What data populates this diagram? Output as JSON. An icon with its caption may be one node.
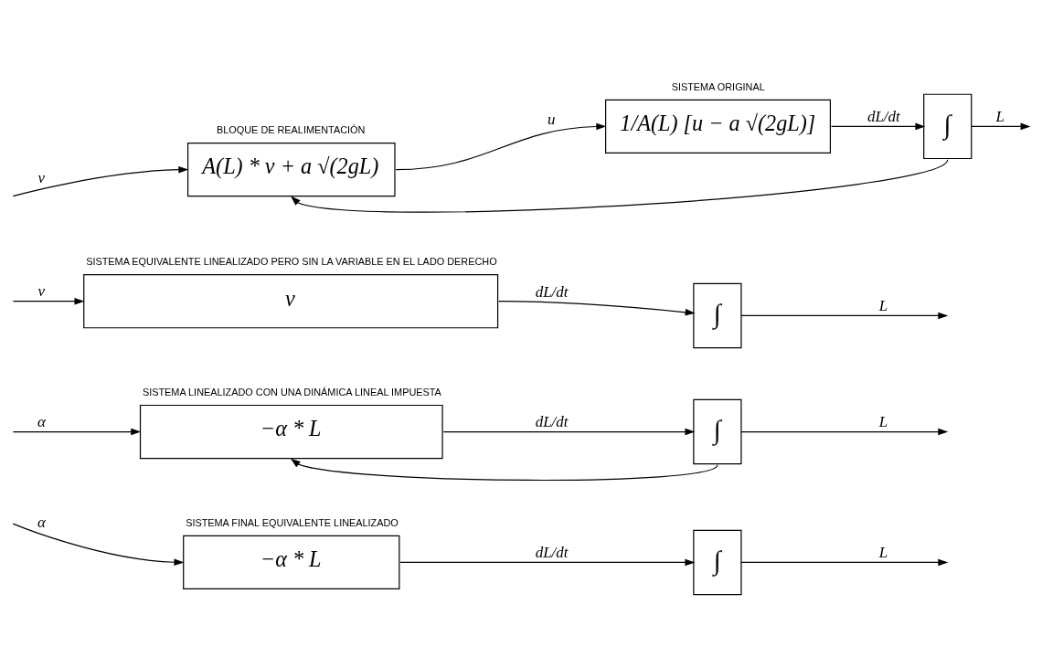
{
  "diagram": {
    "nodes": [
      {
        "text": [
          "BLOQUE DE REALIMENTACIÓN",
          "A(L) * v + a √(2gL)"
        ]
      },
      {
        "text": [
          "SISTEMA ORIGINAL",
          "1/A(L) [u − a √(2gL)]"
        ]
      },
      {
        "text": [
          "∫"
        ]
      },
      {
        "text": [
          "SISTEMA EQUIVALENTE LINEALIZADO PERO SIN LA VARIABLE EN EL LADO DERECHO",
          "v"
        ]
      },
      {
        "text": [
          "∫"
        ]
      },
      {
        "text": [
          "SISTEMA LINEALIZADO CON UNA DINÁMICA LINEAL IMPUESTA",
          "−α * L"
        ]
      },
      {
        "text": [
          "∫"
        ]
      },
      {
        "text": [
          "SISTEMA FINAL EQUIVALENTE LINEALIZADO",
          "−α * L"
        ]
      },
      {
        "text": [
          "∫"
        ]
      }
    ],
    "edges": [
      {
        "from": null,
        "to": 0,
        "arrow": "to",
        "label": "v"
      },
      {
        "from": 0,
        "to": 1,
        "arrow": "to",
        "label": "u"
      },
      {
        "from": 1,
        "to": 2,
        "arrow": "to",
        "label": "dL/dt"
      },
      {
        "from": 2,
        "to": null,
        "arrow": "to",
        "label": "L"
      },
      {
        "from": 2,
        "to": 0,
        "arrow": "to"
      },
      {
        "from": null,
        "to": 3,
        "arrow": "to",
        "label": "v"
      },
      {
        "from": 3,
        "to": 4,
        "arrow": "to",
        "label": "dL/dt"
      },
      {
        "from": 4,
        "to": null,
        "arrow": "to",
        "label": "L"
      },
      {
        "from": null,
        "to": 5,
        "arrow": "to",
        "label": "α"
      },
      {
        "from": 5,
        "to": 6,
        "arrow": "to",
        "label": "dL/dt"
      },
      {
        "from": 6,
        "to": null,
        "arrow": "to",
        "label": "L"
      },
      {
        "from": 6,
        "to": 5,
        "arrow": "to"
      },
      {
        "from": null,
        "to": 7,
        "arrow": "to",
        "label": "α"
      },
      {
        "from": 7,
        "to": 8,
        "arrow": "to",
        "label": "dL/dt"
      },
      {
        "from": 8,
        "to": null,
        "arrow": "to",
        "label": "L"
      }
    ]
  }
}
